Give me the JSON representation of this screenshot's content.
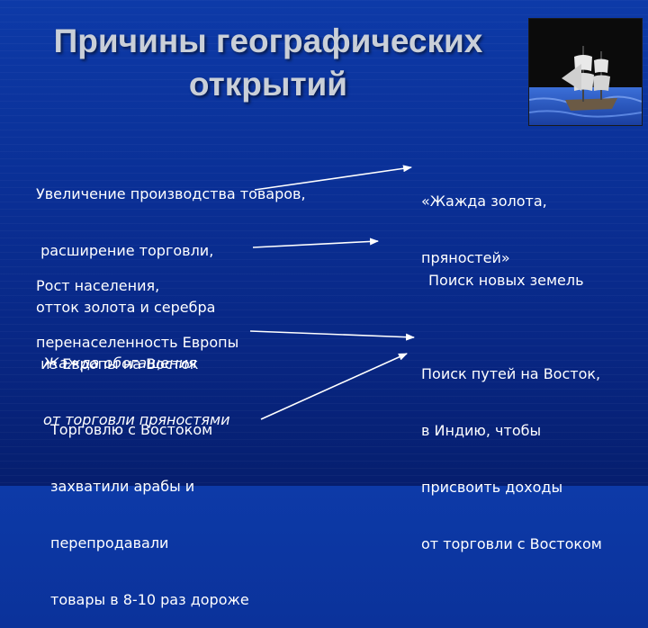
{
  "title": {
    "line1": "Причины географических",
    "line2": "открытий"
  },
  "left": {
    "block1": [
      "Увеличение производства товаров,",
      " расширение торговли,",
      "отток золота и серебра",
      " из Европы на Восток"
    ],
    "block2": [
      "Рост населения,",
      "перенаселенность Европы"
    ],
    "block3": [
      "Жажда обогащения",
      "от торговли пряностями"
    ],
    "block4": [
      "Торговлю с Востоком",
      "захватили арабы и",
      "перепродавали",
      "товары в 8-10 раз дороже"
    ]
  },
  "right": {
    "block1": [
      "«Жажда золота,",
      "пряностей»"
    ],
    "block2": [
      "Поиск новых земель"
    ],
    "block3": [
      "Поиск путей на Восток,",
      "в Индию, чтобы",
      "присвоить доходы",
      "от торговли с Востоком"
    ]
  },
  "icons": {
    "ship": "sailing-ship-image"
  },
  "colors": {
    "background": "#0a2f95",
    "title": "#c9cfd8",
    "text": "#ffffff"
  }
}
